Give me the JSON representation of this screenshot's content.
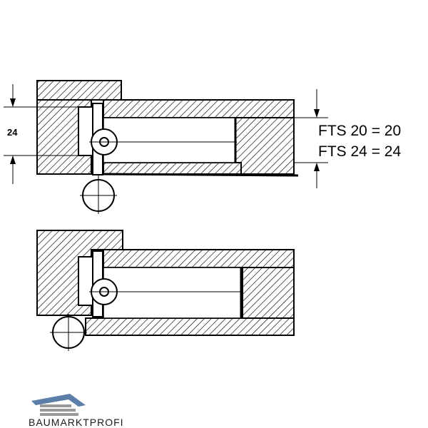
{
  "dimension": {
    "label": "24"
  },
  "sizes": [
    {
      "label": "FTS 20 = 20"
    },
    {
      "label": "FTS 24 = 24"
    }
  ],
  "logo": {
    "text": "BAUMARKTPROFI"
  },
  "colors": {
    "ink": "#000000",
    "paper": "#ffffff",
    "logo_blue": "#5b7fa8",
    "logo_gray": "#9a9a9a"
  }
}
